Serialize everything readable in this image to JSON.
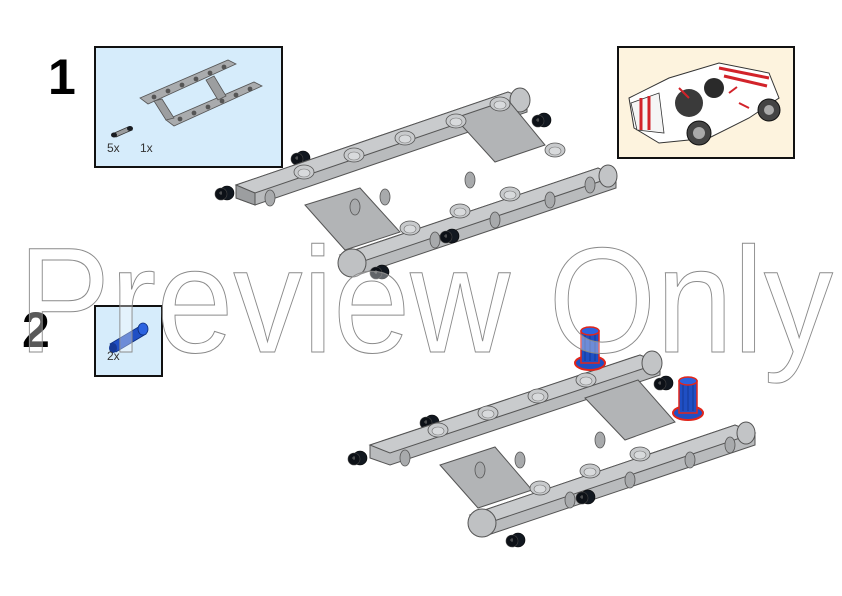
{
  "page": {
    "background": "#ffffff",
    "watermark": "Preview Only"
  },
  "steps": [
    {
      "number": "1",
      "parts": [
        {
          "name": "black-friction-pin",
          "quantity": "5x"
        },
        {
          "name": "ladder-frame-beam",
          "quantity": "1x"
        }
      ],
      "parts_box_color": "#d6ecfb"
    },
    {
      "number": "2",
      "parts": [
        {
          "name": "blue-axle-pin",
          "quantity": "2x"
        }
      ],
      "parts_box_color": "#d6ecfb"
    }
  ],
  "preview": {
    "label": "finished-model-preview",
    "background": "#fdf3de",
    "colors": {
      "body": "#ffffff",
      "accent": "#d2232a",
      "dark": "#222222"
    }
  },
  "colors": {
    "beam_gray": "#b9bbbd",
    "beam_dark": "#8d8f91",
    "pin_black": "#111820",
    "pin_blue": "#1f4fc4",
    "highlight_red": "#e0261c"
  }
}
